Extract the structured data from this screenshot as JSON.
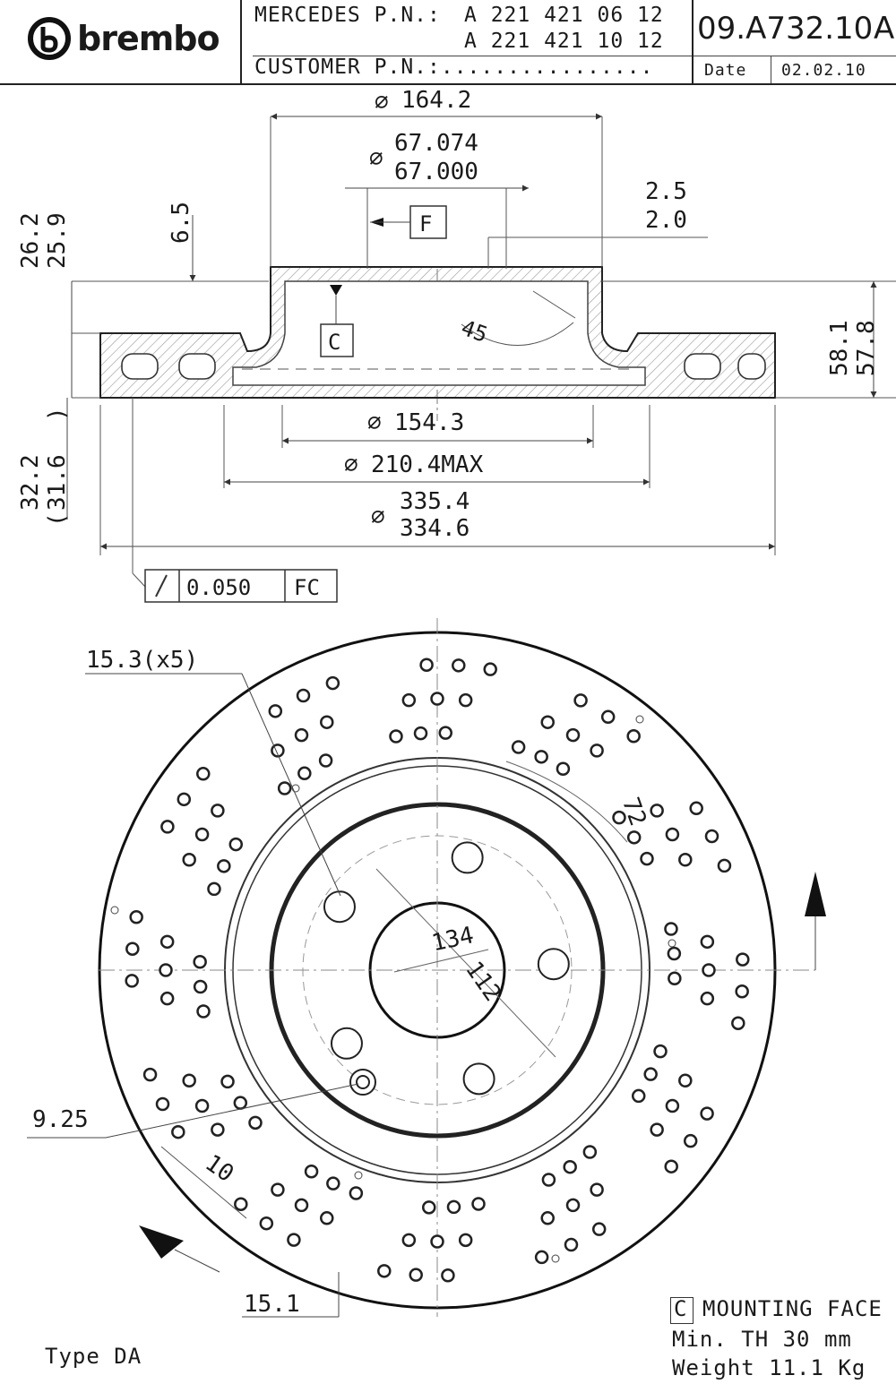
{
  "header": {
    "brand": "brembo",
    "mercedes_label": "MERCEDES P.N.:",
    "part_numbers": [
      "A 221 421 06 12",
      "A 221 421 10 12"
    ],
    "customer_label": "CUSTOMER P.N.:................",
    "code": "09.A732.10",
    "revision": "A",
    "date_label": "Date",
    "date_value": "02.02.10"
  },
  "section": {
    "dia_hat": "164.2",
    "bore_max": "67.074",
    "bore_min": "67.000",
    "datum_f": "F",
    "datum_c": "C",
    "chamfer_max": "2.5",
    "chamfer_min": "2.0",
    "angle": "45",
    "height_offset": "6.5",
    "hat_max": "26.2",
    "hat_min": "25.9",
    "total_max": "58.1",
    "total_min": "57.8",
    "disc_max": "32.2",
    "disc_min": "31.6",
    "dia_154": "154.3",
    "dia_210": "210.4MAX",
    "outer_max": "335.4",
    "outer_min": "334.6",
    "tolerance_value": "0.050",
    "tolerance_ref": "FC"
  },
  "plan": {
    "holes_label": "15.3(x5)",
    "pcd": "134",
    "bore": "112",
    "arc_72": "72",
    "dim_925": "9.25",
    "dim_10": "10",
    "dim_151": "15.1"
  },
  "footer": {
    "type_label": "Type DA",
    "mounting": "MOUNTING FACE",
    "mounting_ref": "C",
    "min_th": "Min. TH  30 mm",
    "weight": "Weight 11.1 Kg"
  }
}
